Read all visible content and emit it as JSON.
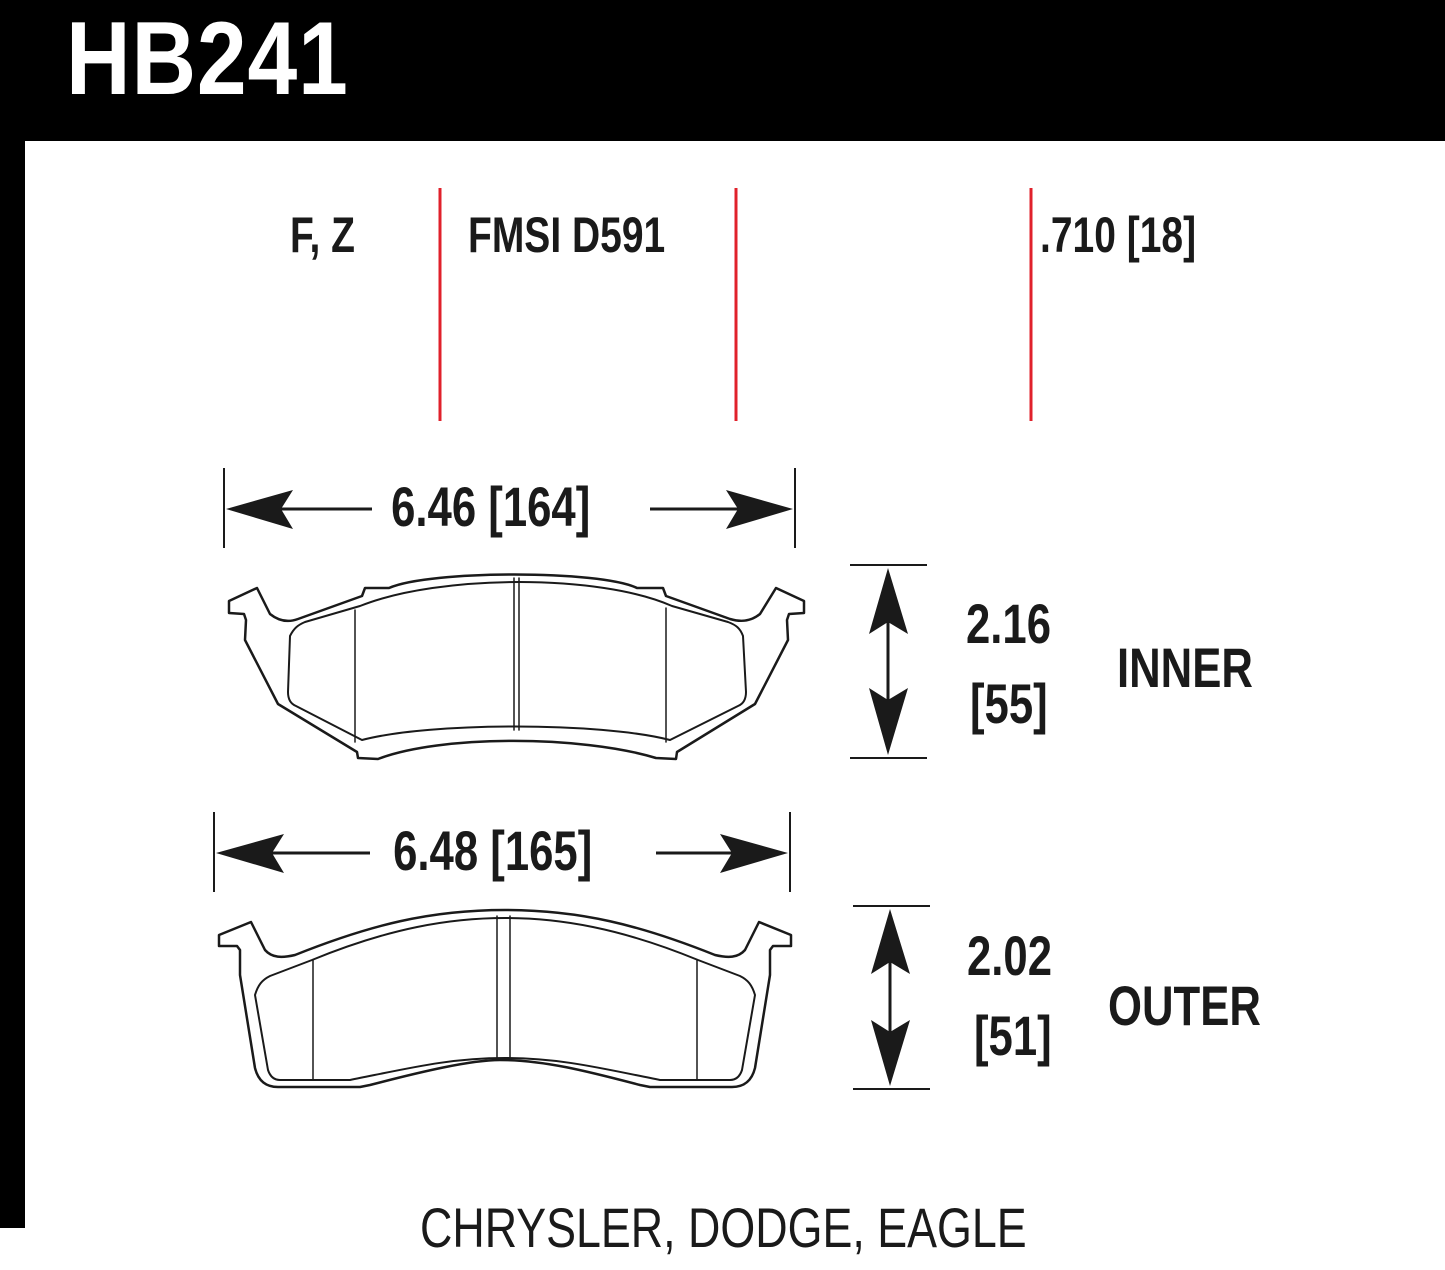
{
  "header": {
    "part_number": "HB241",
    "background_color": "#000000",
    "text_color": "#ffffff"
  },
  "specs": {
    "compound_codes": "F, Z",
    "fmsi": "FMSI D591",
    "thickness": ".710 [18]",
    "divider_color": "#e0212b"
  },
  "inner_pad": {
    "width": "6.46 [164]",
    "height_in": "2.16",
    "height_mm": "[55]",
    "label": "INNER"
  },
  "outer_pad": {
    "width": "6.48 [165]",
    "height_in": "2.02",
    "height_mm": "[51]",
    "label": "OUTER"
  },
  "footer": {
    "applications": "CHRYSLER, DODGE, EAGLE"
  }
}
